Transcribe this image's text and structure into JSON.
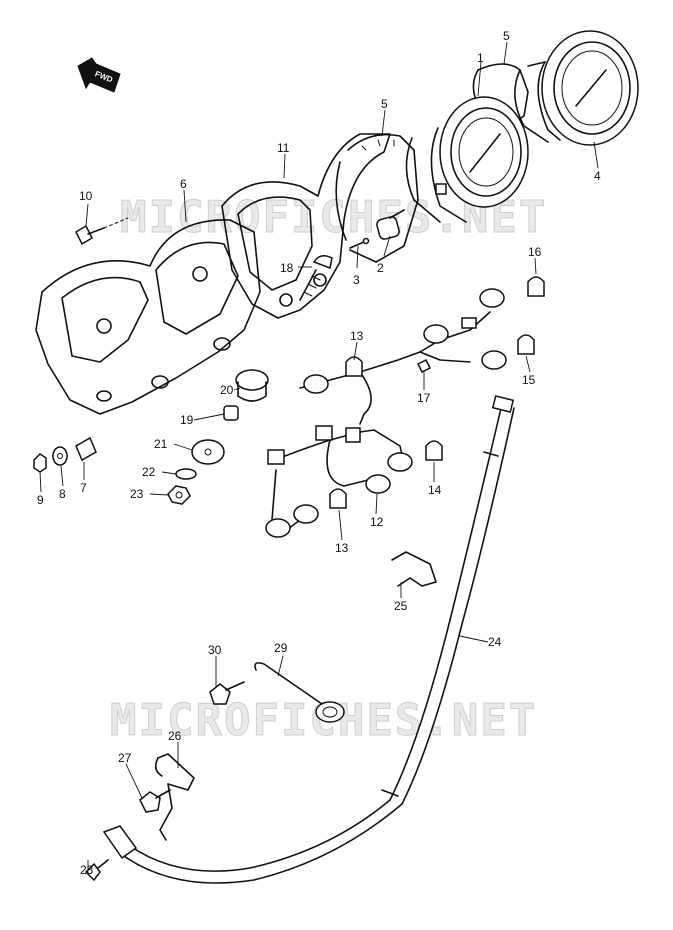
{
  "diagram": {
    "watermark": "MICROFICHES.NET",
    "direction_tag": "FWD",
    "parts": [
      {
        "id": "1",
        "label": "1"
      },
      {
        "id": "2",
        "label": "2"
      },
      {
        "id": "3",
        "label": "3"
      },
      {
        "id": "4",
        "label": "4"
      },
      {
        "id": "5a",
        "label": "5"
      },
      {
        "id": "5b",
        "label": "5"
      },
      {
        "id": "6",
        "label": "6"
      },
      {
        "id": "7",
        "label": "7"
      },
      {
        "id": "8",
        "label": "8"
      },
      {
        "id": "9",
        "label": "9"
      },
      {
        "id": "10",
        "label": "10"
      },
      {
        "id": "11",
        "label": "11"
      },
      {
        "id": "12",
        "label": "12"
      },
      {
        "id": "13a",
        "label": "13"
      },
      {
        "id": "13b",
        "label": "13"
      },
      {
        "id": "14",
        "label": "14"
      },
      {
        "id": "15",
        "label": "15"
      },
      {
        "id": "16",
        "label": "16"
      },
      {
        "id": "17",
        "label": "17"
      },
      {
        "id": "18",
        "label": "18"
      },
      {
        "id": "19",
        "label": "19"
      },
      {
        "id": "20",
        "label": "20"
      },
      {
        "id": "21",
        "label": "21"
      },
      {
        "id": "22",
        "label": "22"
      },
      {
        "id": "23",
        "label": "23"
      },
      {
        "id": "24",
        "label": "24"
      },
      {
        "id": "25",
        "label": "25"
      },
      {
        "id": "26",
        "label": "26"
      },
      {
        "id": "27",
        "label": "27"
      },
      {
        "id": "28",
        "label": "28"
      },
      {
        "id": "29",
        "label": "29"
      },
      {
        "id": "30",
        "label": "30"
      }
    ]
  }
}
